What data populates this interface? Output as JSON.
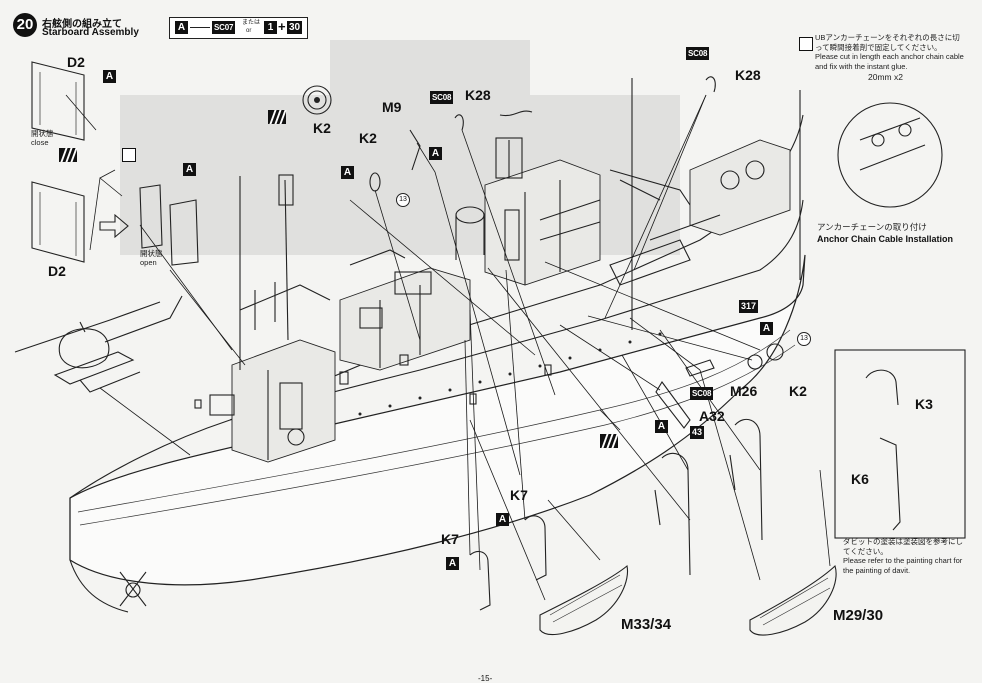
{
  "step": {
    "number": "20",
    "title_jp": "右舷側の組み立て",
    "title_en": "Starboard Assembly"
  },
  "header_formula": {
    "tag_a": "A",
    "tag_sc07": "SC07",
    "or_jp": "または",
    "or_en": "or",
    "tag_1": "1",
    "plus": "+",
    "tag_30": "30"
  },
  "parts": {
    "d2_top": "D2",
    "d2_bottom": "D2",
    "k2_left": "K2",
    "k2_mid": "K2",
    "k2_right": "K2",
    "m9": "M9",
    "k28_mid": "K28",
    "k28_right": "K28",
    "m26": "M26",
    "a32": "A32",
    "k7_upper": "K7",
    "k7_lower": "K7",
    "m33_34": "M33/34",
    "m29_30": "M29/30",
    "k3": "K3",
    "k6": "K6"
  },
  "tags": {
    "a": "A",
    "sc08": "SC08",
    "n317": "317",
    "n43": "43"
  },
  "numbers": {
    "circle_13": "13"
  },
  "hatch": {
    "close_jp": "開状態",
    "close_en": "close",
    "open_jp": "開状態",
    "open_en": "open"
  },
  "anchor_note": {
    "jp": "UBアンカーチェーンをそれぞれの長さに切って瞬間接着剤で固定してください。",
    "en": "Please cut in length each anchor chain cable and fix with the instant glue.",
    "dimension": "20mm x2",
    "caption_jp": "アンカーチェーンの取り付け",
    "caption_en": "Anchor Chain Cable Installation"
  },
  "davit_note": {
    "jp": "ダビットの塗装は塗装図を参考にしてください。",
    "en": "Please refer to the painting chart for the painting of davit."
  },
  "page_number": "-15-"
}
